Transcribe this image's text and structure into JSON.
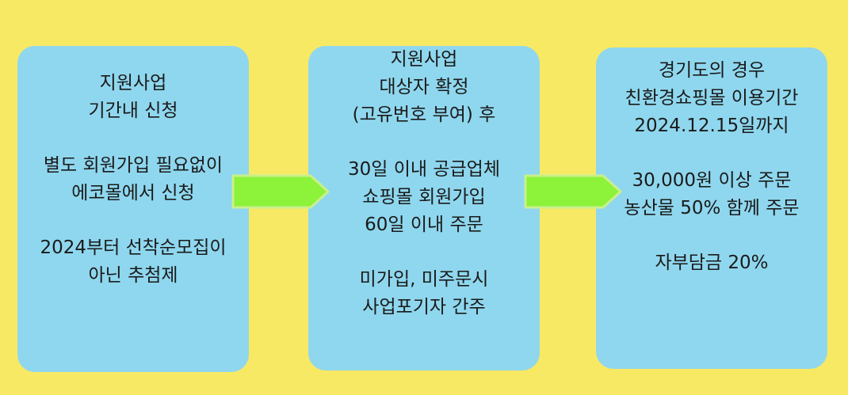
{
  "steps": [
    {
      "paragraphs": [
        [
          "지원사업",
          "기간내 신청"
        ],
        [
          "별도 회원가입 필요없이",
          "에코몰에서 신청"
        ],
        [
          "2024부터 선착순모집이",
          "아닌 추첨제"
        ]
      ]
    },
    {
      "paragraphs": [
        [
          "지원사업",
          "대상자 확정",
          "(고유번호 부여) 후"
        ],
        [
          "30일 이내 공급업체",
          "쇼핑몰 회원가입",
          "60일 이내 주문"
        ],
        [
          "미가입, 미주문시",
          "사업포기자 간주"
        ]
      ]
    },
    {
      "paragraphs": [
        [
          "경기도의 경우",
          "친환경쇼핑몰 이용기간",
          "2024.12.15일까지"
        ],
        [
          "30,000원 이상 주문",
          "농산물 50% 함께 주문"
        ],
        [
          "자부담금 20%"
        ]
      ]
    }
  ],
  "colors": {
    "background": "#f8e964",
    "box": "#8fd7ee",
    "arrow_fill": "#8cf23a",
    "arrow_stroke": "#c9f08a"
  },
  "icons": {
    "connector": "arrow-right-icon"
  }
}
